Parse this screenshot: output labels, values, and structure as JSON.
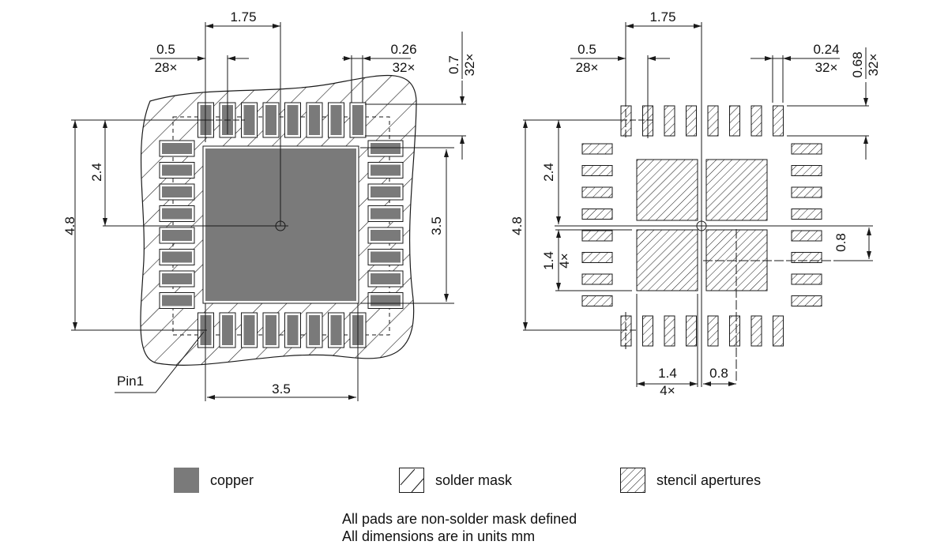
{
  "colors": {
    "copper": "#7a7a7a",
    "line": "#1a1a1a"
  },
  "left_view": {
    "name": "copper and solder mask",
    "dims": {
      "top_span": "1.75",
      "pitch": "0.5",
      "pitch_count": "28×",
      "pad_width": "0.26",
      "pad_width_count": "32×",
      "pad_length": "0.7",
      "pad_length_count": "32×",
      "row_span": "4.8",
      "half_span": "2.4",
      "ep_height": "3.5",
      "ep_width": "3.5"
    },
    "pin1_label": "Pin1"
  },
  "right_view": {
    "name": "stencil apertures",
    "dims": {
      "top_span": "1.75",
      "pitch": "0.5",
      "pitch_count": "28×",
      "pad_width": "0.24",
      "pad_width_count": "32×",
      "pad_length": "0.68",
      "pad_length_count": "32×",
      "row_span": "4.8",
      "half_span": "2.4",
      "aperture_size": "1.4",
      "aperture_count": "4×",
      "aperture_offset": "0.8"
    }
  },
  "legend": [
    {
      "key": "copper",
      "label": "copper"
    },
    {
      "key": "solder-mask",
      "label": "solder mask"
    },
    {
      "key": "stencil",
      "label": "stencil apertures"
    }
  ],
  "notes": [
    "All pads are non-solder mask defined",
    "All dimensions are in units mm"
  ]
}
